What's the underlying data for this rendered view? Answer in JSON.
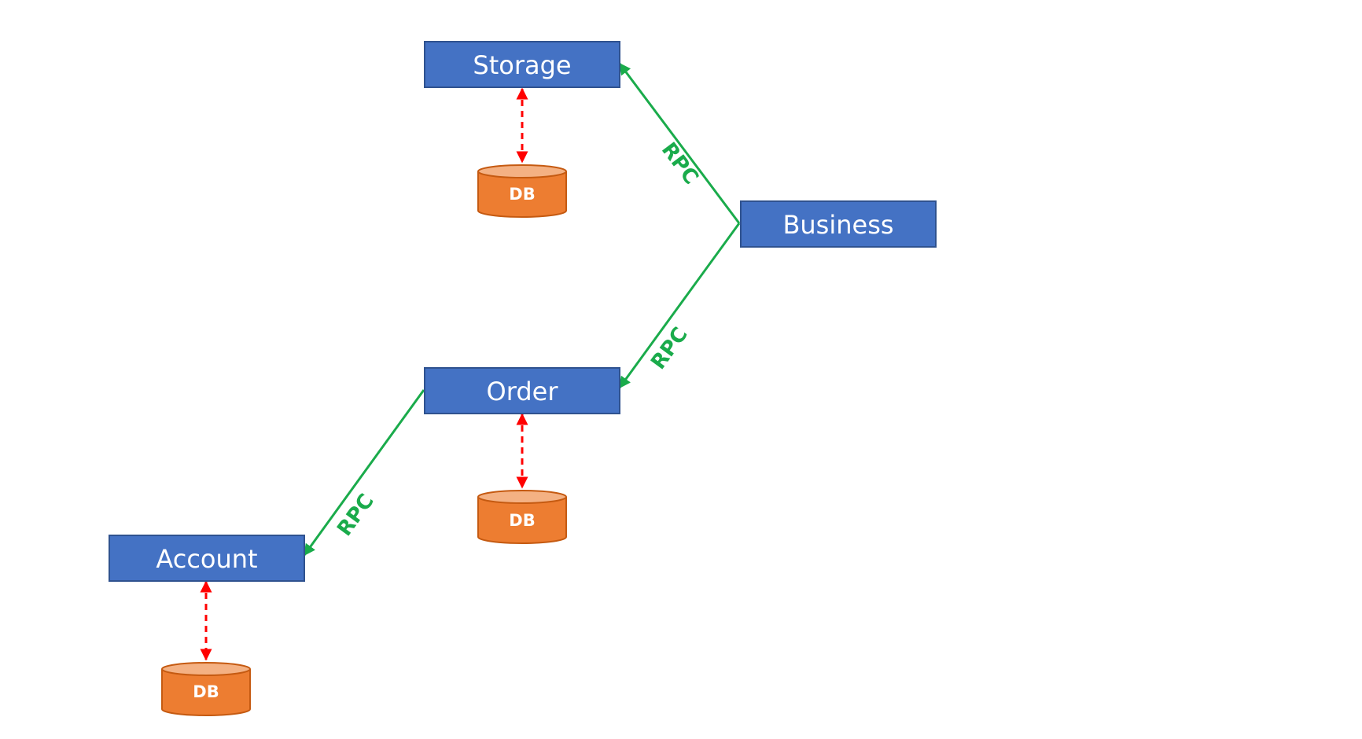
{
  "services": {
    "storage": "Storage",
    "business": "Business",
    "order": "Order",
    "account": "Account"
  },
  "databases": {
    "storage_db": "DB",
    "order_db": "DB",
    "account_db": "DB"
  },
  "links": {
    "business_to_storage": "RPC",
    "business_to_order": "RPC",
    "order_to_account": "RPC"
  },
  "colors": {
    "service_fill": "#4472c4",
    "db_fill": "#ed7d31",
    "db_top": "#f4b183",
    "rpc_line": "#1aab4b",
    "db_link": "#ff0000"
  }
}
